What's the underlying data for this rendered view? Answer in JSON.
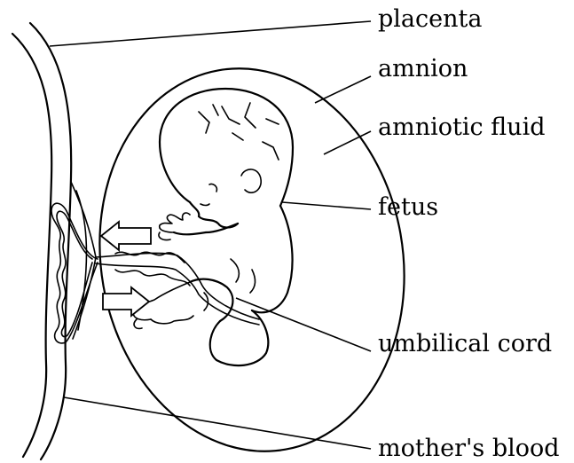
{
  "diagram": {
    "labels": {
      "placenta": "placenta",
      "amnion": "amnion",
      "amniotic_fluid": "amniotic fluid",
      "fetus": "fetus",
      "umbilical_cord": "umbilical cord",
      "mothers_blood": "mother's blood"
    },
    "colors": {
      "ink": "#000000",
      "background": "#ffffff"
    }
  }
}
